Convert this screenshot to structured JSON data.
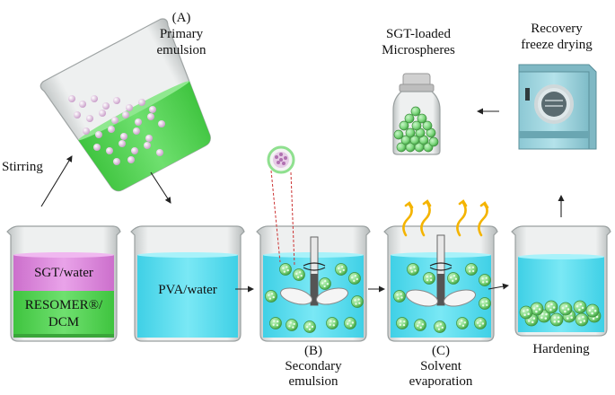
{
  "labels": {
    "primary_letter": "(A)",
    "primary_line1": "Primary",
    "primary_line2": "emulsion",
    "stirring": "Stirring",
    "sgt_water": "SGT/water",
    "resomer_line1": "RESOMER®/",
    "resomer_line2": "DCM",
    "pva_water": "PVA/water",
    "secondary_letter": "(B)",
    "secondary_line1": "Secondary",
    "secondary_line2": "emulsion",
    "solvent_letter": "(C)",
    "solvent_line1": "Solvent",
    "solvent_line2": "evaporation",
    "hardening": "Hardening",
    "microspheres_line1": "SGT-loaded",
    "microspheres_line2": "Microspheres",
    "recovery_line1": "Recovery",
    "recovery_line2": "freeze drying"
  },
  "icons": {
    "primary_beaker": "tilted-beaker-icon",
    "beaker": "beaker-icon",
    "stirrer": "impeller-stirrer-icon",
    "vapor": "evaporation-arrows-icon",
    "vial": "vial-icon",
    "freeze_dryer": "freeze-dryer-icon",
    "magnifier": "magnified-droplet-icon"
  },
  "colors": {
    "sgt_phase": "#dd88dd",
    "polymer_phase": "#5ad65a",
    "pva_phase": "#66e0f0",
    "microsphere": "#7fd87f",
    "vapor": "#f4b400",
    "dryer_body": "#9fd3de",
    "glass": "#d8dcdc"
  }
}
